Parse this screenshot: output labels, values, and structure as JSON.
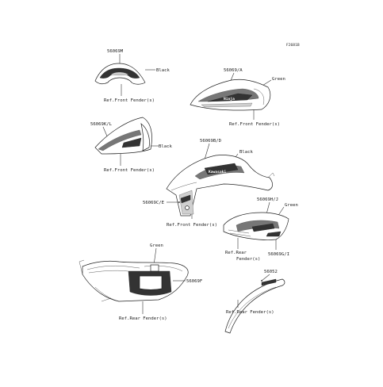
{
  "diagram_code": "F2681B",
  "parts": {
    "p56069m": {
      "number": "56069M",
      "color": "Black",
      "ref": "Ref.Front Fender(s)"
    },
    "p56069a": {
      "number": "56069/A",
      "color": "Green",
      "ref": "Ref.Front Fender(s)"
    },
    "p56069kl": {
      "number": "56069K/L",
      "color": "Black",
      "ref": "Ref.Front Fender(s)"
    },
    "p56069bd": {
      "number": "56069B/D",
      "color": "Black"
    },
    "p56069ce": {
      "number": "56069C/E",
      "ref": "Ref.Front Fender(s)"
    },
    "p56069hj": {
      "number": "56069H/J",
      "color": "Green",
      "ref_line1": "Ref.Rear",
      "ref_line2": "Fender(s)"
    },
    "p56069gi": {
      "number": "56069G/I"
    },
    "p56069f": {
      "number": "56069F",
      "color": "Green",
      "ref": "Ref.Rear Fender(s)"
    },
    "p56052": {
      "number": "56052",
      "ref": "Ref.Rear Fender(s)"
    }
  }
}
